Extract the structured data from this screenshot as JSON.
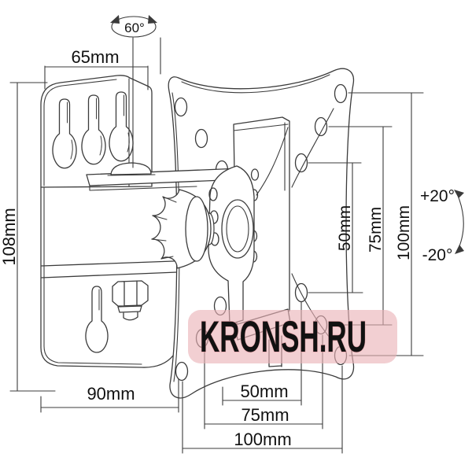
{
  "page": {
    "background": "#ffffff"
  },
  "drawing": {
    "subject": "articulating wall mount bracket dimensional diagram",
    "line_color": "#3b3b3b",
    "text_color": "#111111",
    "labels": {
      "swivel_angle": "60°",
      "top_width": "65mm",
      "plate_height": "108mm",
      "arm_length": "90mm",
      "tilt_up": "+20°",
      "tilt_down": "-20°",
      "vesa_bottom": [
        "50mm",
        "75mm",
        "100mm"
      ],
      "vesa_right": [
        "50mm",
        "75mm",
        "100mm"
      ]
    }
  },
  "watermark": {
    "text": "KRONSH.RU",
    "bg_color": "#eab2b6",
    "text_color": "#ffffff"
  }
}
